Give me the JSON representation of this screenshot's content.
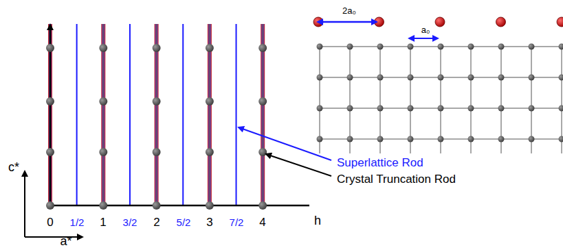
{
  "diagram": {
    "labels": [
      "0",
      "1/2",
      "1",
      "3/2",
      "2",
      "5/2",
      "3",
      "7/2",
      "4",
      "h",
      "c*",
      "a*",
      "Superlattice Rod",
      "Crystal Truncation Rod",
      "2a₀",
      "a₀"
    ]
  }
}
